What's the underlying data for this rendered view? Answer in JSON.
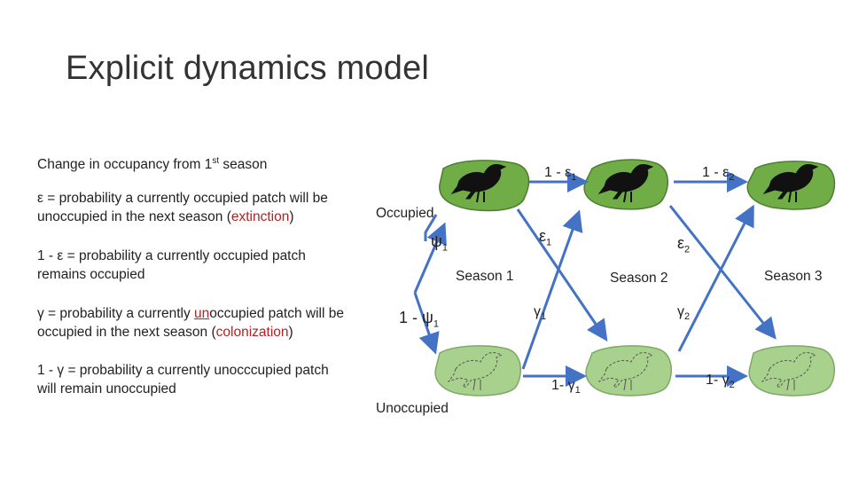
{
  "title": "Explicit dynamics model",
  "subtitle": "Change in occupancy from 1st season",
  "subtitle_main": "Change in occupancy from 1",
  "subtitle_sup": "st",
  "subtitle_end": " season",
  "definitions": {
    "epsilon_line1": "ε  = probability a currently occupied patch will be",
    "epsilon_line2_pre": "unoccupied in the next season  (",
    "epsilon_red": "extinction",
    "epsilon_line2_post": ")",
    "one_minus_epsilon_line1": "1 - ε = probability a currently occupied patch",
    "one_minus_epsilon_line2": "remains occupied",
    "gamma_line1_pre": "γ = probability a currently ",
    "gamma_line1_ul": "un",
    "gamma_line1_post": "occupied patch will be",
    "gamma_line2_pre": "occupied in the next season (",
    "gamma_red": "colonization",
    "gamma_line2_post": ")",
    "one_minus_gamma_line1": "1 - γ  = probability a currently unocccupied patch",
    "one_minus_gamma_line2": "will remain unoccupied"
  },
  "diagram": {
    "occupied_label": "Occupied",
    "unoccupied_label": "Unoccupied",
    "psi": "ψ",
    "psi_sub": "1",
    "one_minus_psi": "1 - ψ",
    "one_minus_psi_sub": "1",
    "season1": "Season 1",
    "season2": "Season 2",
    "season3": "Season 3",
    "one_minus_eps1": "1 - ε",
    "one_minus_eps1_sub": "1",
    "one_minus_eps2": "1 - ε",
    "one_minus_eps2_sub": "2",
    "eps1": "ε",
    "eps1_sub": "1",
    "eps2": "ε",
    "eps2_sub": "2",
    "gamma1": "γ",
    "gamma1_sub": "1",
    "gamma2": "γ",
    "gamma2_sub": "2",
    "one_minus_gamma1": "1- γ",
    "one_minus_gamma1_sub": "1",
    "one_minus_gamma2": "1- γ",
    "one_minus_gamma2_sub": "2"
  },
  "colors": {
    "occupied_fill": "#70ad47",
    "occupied_stroke": "#4e7d31",
    "unoccupied_fill": "#a9d18e",
    "unoccupied_stroke": "#7fa866",
    "arrow": "#4472c4",
    "extinction_red": "#b22222"
  }
}
